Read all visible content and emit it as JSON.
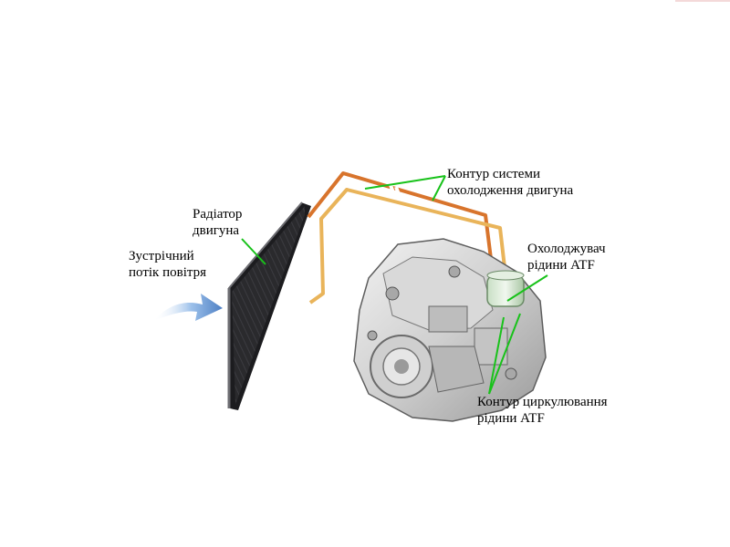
{
  "labels": {
    "radiator": "Радіатор\nдвигуна",
    "airflow": "Зустрічний\nпотік повітря",
    "engine_cooling": "Контур системи\nохолодження двигуна",
    "atf_cooler": "Охолоджувач\nрідини ATF",
    "atf_circuit": "Контур циркулювання\nрідини ATF"
  },
  "colors": {
    "hot_pipe": "#d8742c",
    "return_pipe": "#e9b45a",
    "leader_line": "#18c21a",
    "radiator": "#2b2b2e",
    "airflow_arrow": "#6f9fd8"
  }
}
